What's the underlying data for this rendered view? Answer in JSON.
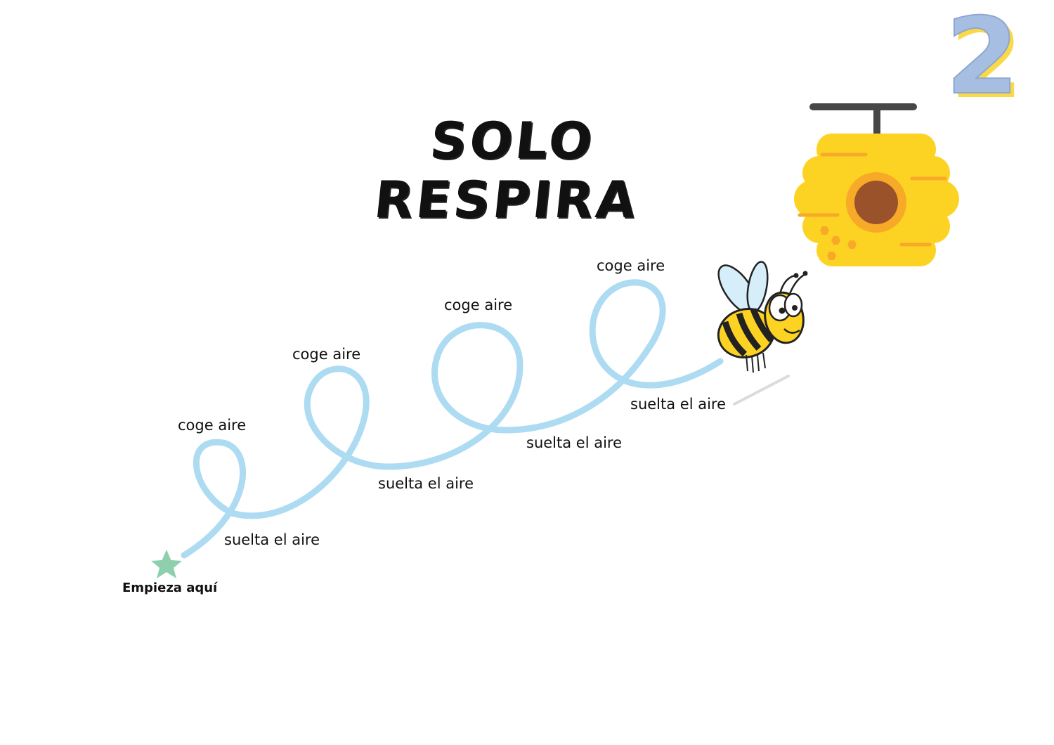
{
  "page": {
    "number": "2",
    "title": "SOLO RESPIRA"
  },
  "path": {
    "inhale_labels": [
      "coge aire",
      "coge aire",
      "coge aire",
      "coge aire"
    ],
    "exhale_labels": [
      "suelta el aire",
      "suelta el aire",
      "suelta el aire",
      "suelta el aire"
    ],
    "start_label": "Empieza aquí"
  },
  "icons": {
    "start": "star-icon",
    "character": "bee-icon",
    "goal": "beehive-icon"
  },
  "colors": {
    "path": "#ADDBF2",
    "star": "#8ED0AE",
    "hive": "#FDD323",
    "hive_accent": "#F7A928",
    "hive_hole": "#9A522A",
    "number_fill": "#A7BEE3",
    "number_shadow": "#F9D84A"
  }
}
